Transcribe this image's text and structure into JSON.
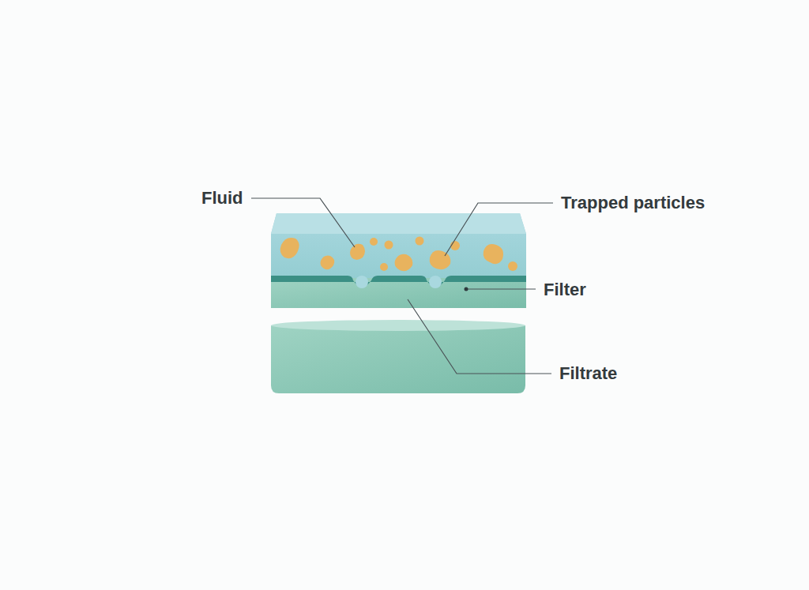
{
  "diagram": {
    "labels": [
      "Fluid",
      "Trapped particles",
      "Filter",
      "Filtrate"
    ]
  }
}
